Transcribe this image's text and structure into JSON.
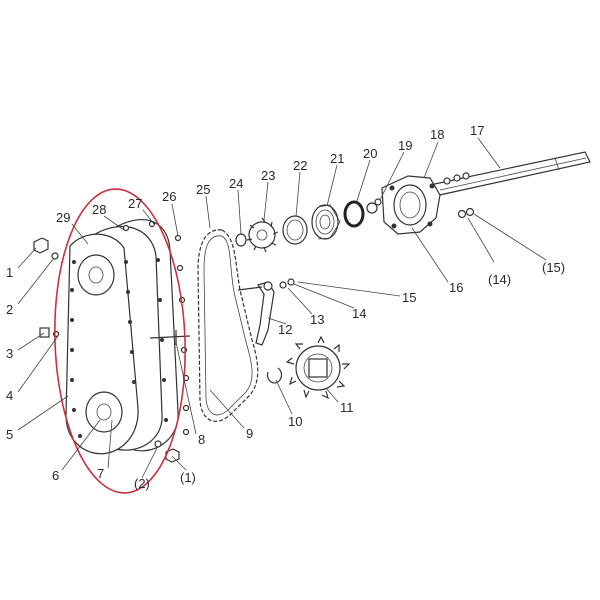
{
  "diagram": {
    "highlight_color": "#c8323c",
    "line_color": "#333333",
    "labels": {
      "l1": "1",
      "l2": "2",
      "l3": "3",
      "l4": "4",
      "l5": "5",
      "l6": "6",
      "l7": "7",
      "l8": "8",
      "l9": "9",
      "l10": "10",
      "l11": "11",
      "l12": "12",
      "l13": "13",
      "l14": "14",
      "l15": "15",
      "l16": "16",
      "l17": "17",
      "l18": "18",
      "l19": "19",
      "l20": "20",
      "l21": "21",
      "l22": "22",
      "l23": "23",
      "l24": "24",
      "l25": "25",
      "l26": "26",
      "l27": "27",
      "l28": "28",
      "l29": "29",
      "p1": "(1)",
      "p2": "(2)",
      "p14": "(14)",
      "p15": "(15)"
    }
  }
}
